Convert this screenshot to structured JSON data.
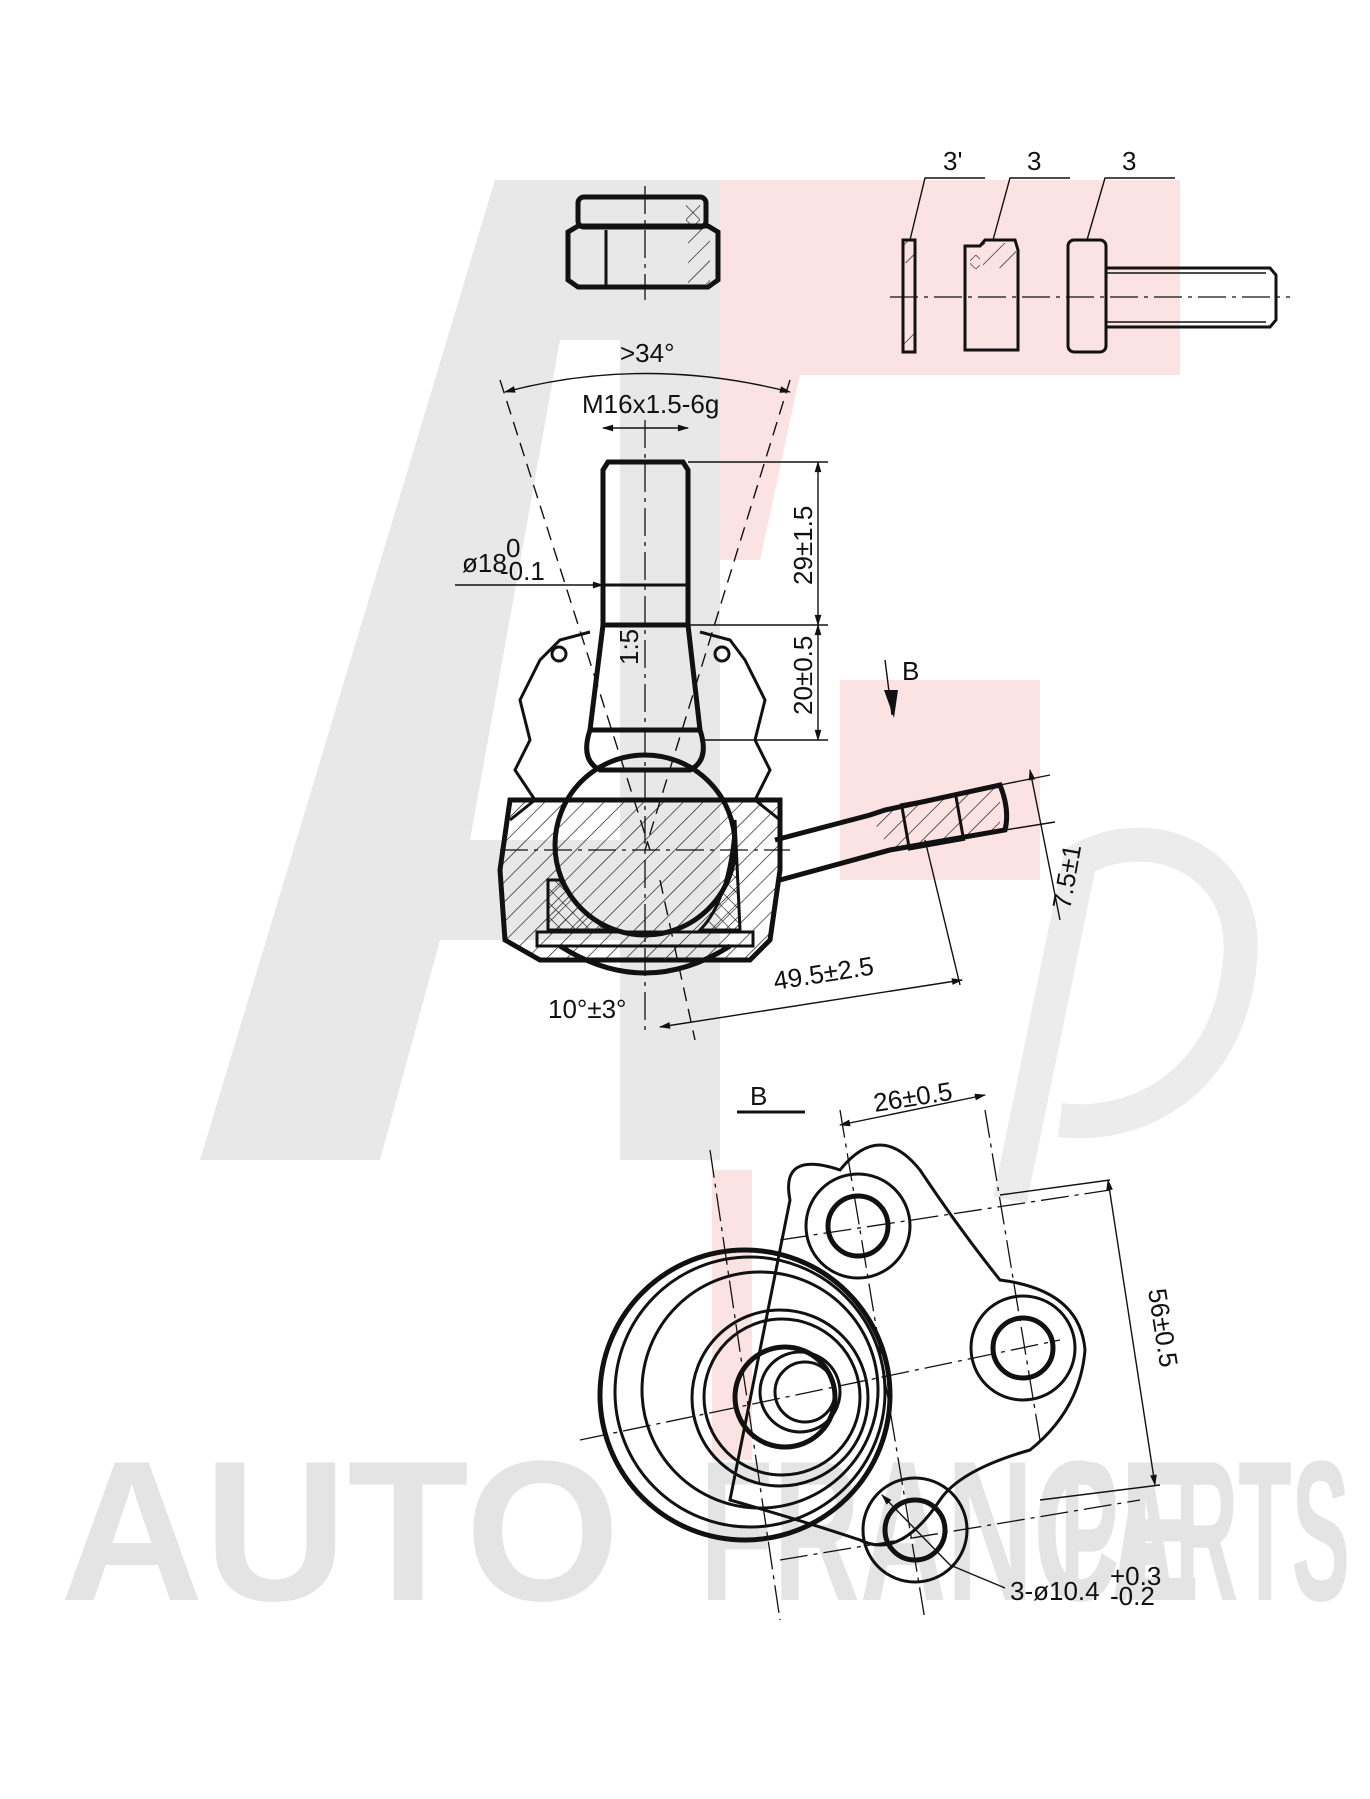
{
  "drawing": {
    "subject": "Ball joint technical drawing",
    "watermark": {
      "brand_text_left": "AUTO",
      "brand_text_mid": "FRANCE",
      "brand_text_right": "PARTS",
      "initials": "AFP",
      "colors": {
        "gray": "#e6e6e6",
        "pink": "#fbe3e4",
        "red_f": "#f8d6d7"
      }
    },
    "parts_callouts": [
      {
        "label": "3'",
        "item": "washer"
      },
      {
        "label": "3",
        "item": "lock-nut"
      },
      {
        "label": "3",
        "item": "bolt"
      }
    ],
    "dimensions": {
      "cone_angle": ">34°",
      "thread": "M16x1.5-6g",
      "shank_diameter": "ø18",
      "shank_tol_upper": "0",
      "shank_tol_lower": "-0.1",
      "taper": "1:5",
      "stud_length": "29±1.5",
      "taper_length": "20±0.5",
      "arm_thickness": "7.5±1",
      "arm_length": "49.5±2.5",
      "tilt_angle": "10°±3°",
      "hole_spacing": "26±0.5",
      "hole_span": "56±0.5",
      "hole_spec": "3-ø10.4",
      "hole_tol_upper": "+0.3",
      "hole_tol_lower": "-0.2"
    },
    "views": {
      "section_view_label": "B",
      "arrow_label": "B"
    }
  }
}
